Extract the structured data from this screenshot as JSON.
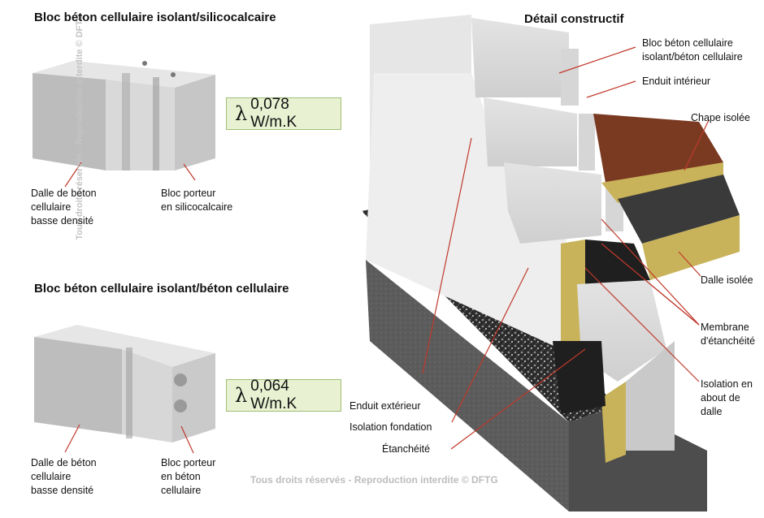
{
  "side_watermark": "Tous droits réservés - Reproduction interdite © DFTG",
  "bottom_watermark": "Tous droits réservés - Reproduction interdite © DFTG",
  "block1": {
    "title": "Bloc béton cellulaire isolant/silicocalcaire",
    "lambda_symbol": "λ",
    "lambda_value": "0,078 W/m.K",
    "left_label": [
      "Dalle de béton",
      "cellulaire",
      "basse densité"
    ],
    "right_label": [
      "Bloc porteur",
      "en silicocalcaire"
    ]
  },
  "block2": {
    "title": "Bloc béton cellulaire isolant/béton cellulaire",
    "lambda_symbol": "λ",
    "lambda_value": "0,064 W/m.K",
    "left_label": [
      "Dalle de béton",
      "cellulaire",
      "basse densité"
    ],
    "right_label": [
      "Bloc porteur",
      "en béton",
      "cellulaire"
    ]
  },
  "detail": {
    "title": "Détail constructif",
    "labels": {
      "bloc": [
        "Bloc béton cellulaire",
        "isolant/béton cellulaire"
      ],
      "enduit_interieur": "Enduit intérieur",
      "chape": "Chape isolée",
      "dalle": "Dalle isolée",
      "membrane": [
        "Membrane",
        "d'étanchéité"
      ],
      "isolation_about": [
        "Isolation en",
        "about de",
        "dalle"
      ],
      "enduit_exterieur": "Enduit extérieur",
      "isolation_fondation": "Isolation fondation",
      "etancheite": "Étanchéité"
    }
  },
  "colors": {
    "leader_line": "#c0392b",
    "lambda_bg": "#e8f1d2",
    "chape": "#7a3a22",
    "insulation": "#c9b35a"
  }
}
